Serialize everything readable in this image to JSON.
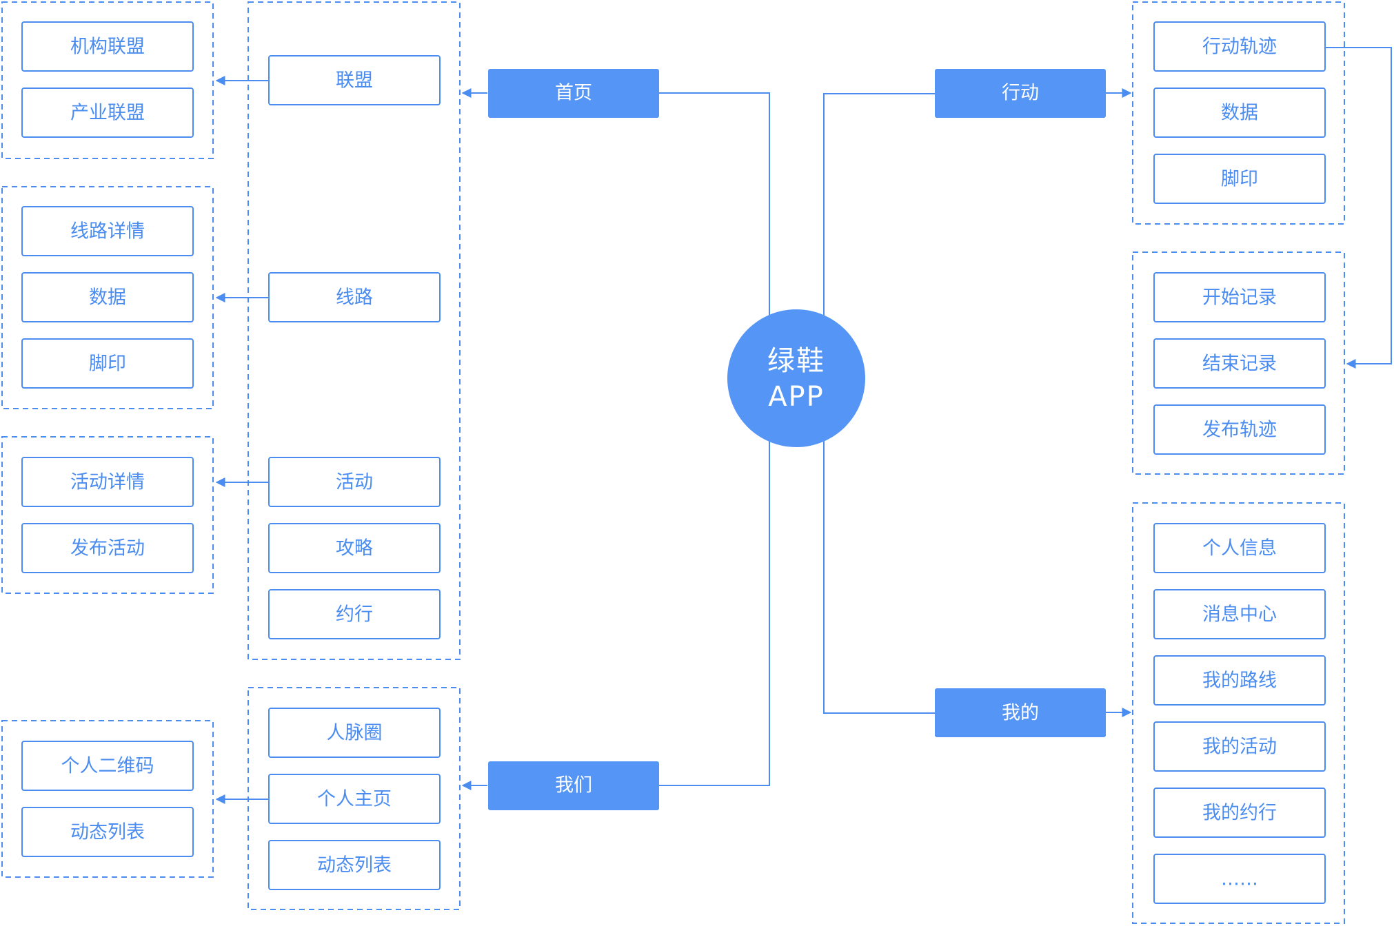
{
  "center": {
    "line1": "绿鞋",
    "line2": "APP"
  },
  "branches": {
    "home": "首页",
    "action": "行动",
    "mine": "我的",
    "us": "我们"
  },
  "home_children": {
    "alliance": "联盟",
    "route": "线路",
    "activity": "活动",
    "guide": "攻略",
    "meetup": "约行"
  },
  "alliance_children": {
    "org_alliance": "机构联盟",
    "industry_alliance": "产业联盟"
  },
  "route_children": {
    "route_detail": "线路详情",
    "data": "数据",
    "footprint": "脚印"
  },
  "activity_children": {
    "activity_detail": "活动详情",
    "publish_activity": "发布活动"
  },
  "us_children": {
    "network": "人脉圈",
    "personal_home": "个人主页",
    "feed": "动态列表"
  },
  "personal_home_children": {
    "qr_code": "个人二维码",
    "feed": "动态列表"
  },
  "action_children": {
    "track": "行动轨迹",
    "data": "数据",
    "footprint": "脚印"
  },
  "record_children": {
    "start": "开始记录",
    "end": "结束记录",
    "publish_track": "发布轨迹"
  },
  "mine_children": {
    "info": "个人信息",
    "messages": "消息中心",
    "my_routes": "我的路线",
    "my_activities": "我的活动",
    "my_meetups": "我的约行",
    "more": "……"
  }
}
